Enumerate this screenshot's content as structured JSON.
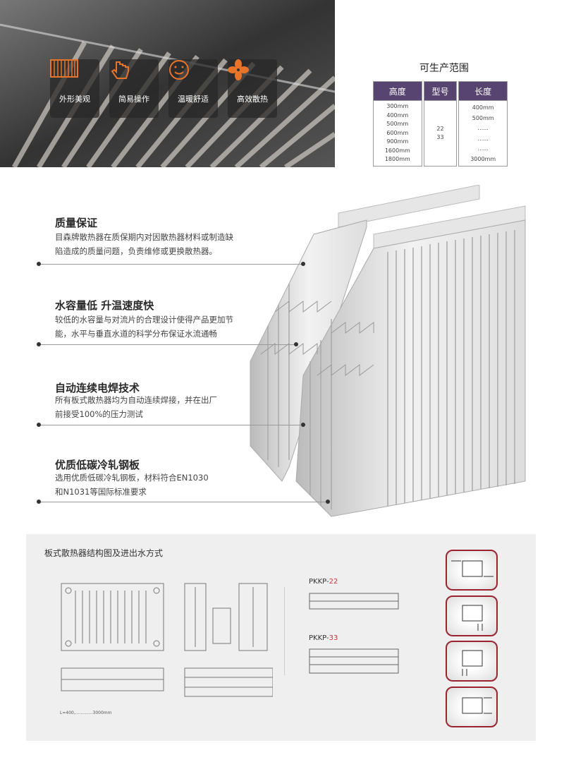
{
  "banner": {
    "features": [
      {
        "label": "外形美观",
        "icon": "radiator-icon"
      },
      {
        "label": "简易操作",
        "icon": "hand-pointer-icon"
      },
      {
        "label": "温暖舒适",
        "icon": "smiley-icon"
      },
      {
        "label": "高效散热",
        "icon": "fan-icon"
      }
    ],
    "accent": "#e8742a"
  },
  "range": {
    "title": "可生产范围",
    "headers": [
      "高度",
      "型号",
      "长度"
    ],
    "heights": [
      "300mm",
      "400mm",
      "500mm",
      "600mm",
      "900mm",
      "1600mm",
      "1800mm"
    ],
    "models": [
      "22",
      "33"
    ],
    "lengths": [
      "400mm",
      "500mm",
      "......",
      "......",
      "......",
      "3000mm"
    ],
    "header_color": "#584470"
  },
  "features": [
    {
      "title": "质量保证",
      "lines": [
        "目森牌散热器在质保期内对因散热器材料或制造缺",
        "陷造成的质量问题，负责维修或更换散热器。"
      ]
    },
    {
      "title": "水容量低 升温速度快",
      "lines": [
        "较低的水容量与对流片的合理设计使得产品更加节",
        "能，水平与垂直水道的科学分布保证水流通畅"
      ]
    },
    {
      "title": "自动连续电焊技术",
      "lines": [
        "所有板式散热器均为自动连续焊接，并在出厂",
        "前接受100%的压力测试"
      ]
    },
    {
      "title": "优质低碳冷轧钢板",
      "lines": [
        "选用优质低碳冷轧钢板，材料符合EN1030",
        "和N1031等国际标准要求"
      ]
    }
  ],
  "diagram": {
    "title": "板式散热器结构图及进出水方式",
    "length_note": "L=400,.............3000mm",
    "models": [
      {
        "prefix": "PKKP-",
        "num": "22"
      },
      {
        "prefix": "PKKP-",
        "num": "33"
      }
    ],
    "flow_icons": [
      "flow-side-in-out-icon",
      "flow-bottom-right-icon",
      "flow-bottom-left-icon",
      "flow-same-side-icon"
    ],
    "flow_border": "#9a2330"
  }
}
